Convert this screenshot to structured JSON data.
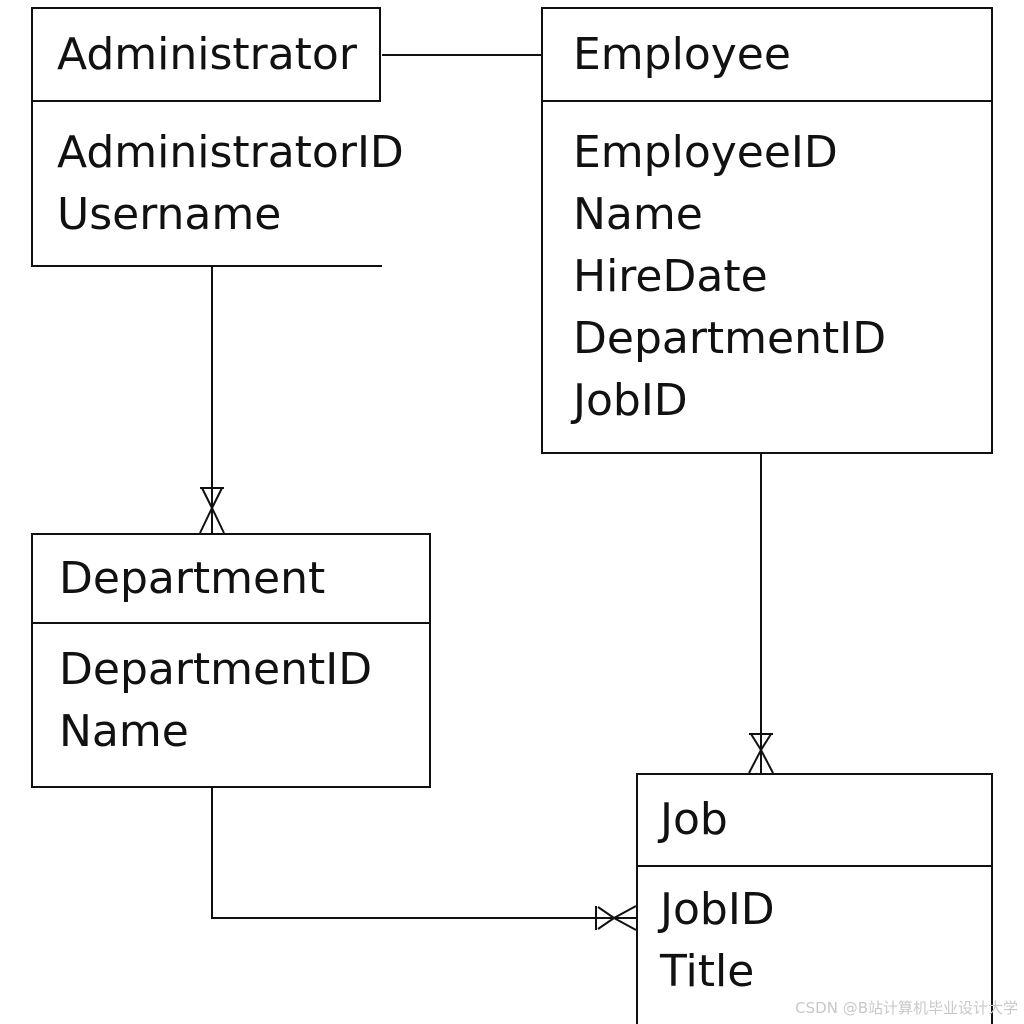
{
  "diagram": {
    "entities": [
      {
        "id": "admin",
        "name": "Administrator",
        "attributes": [
          "AdministratorID",
          "Username"
        ]
      },
      {
        "id": "employee",
        "name": "Employee",
        "attributes": [
          "EmployeeID",
          "Name",
          "HireDate",
          "DepartmentID",
          "JobID"
        ]
      },
      {
        "id": "department",
        "name": "Department",
        "attributes": [
          "DepartmentID",
          "Name"
        ]
      },
      {
        "id": "job",
        "name": "Job",
        "attributes": [
          "JobID",
          "Title"
        ]
      }
    ],
    "relationships": [
      {
        "from": "Administrator",
        "to": "Employee",
        "from_end": "none",
        "to_end": "none"
      },
      {
        "from": "Administrator",
        "to": "Department",
        "from_end": "none",
        "to_end": "one-or-many"
      },
      {
        "from": "Employee",
        "to": "Job",
        "from_end": "none",
        "to_end": "one-or-many"
      },
      {
        "from": "Department",
        "to": "Job",
        "from_end": "none",
        "to_end": "one-or-many"
      }
    ],
    "line_color": "#111111"
  },
  "watermark": "CSDN @B站计算机毕业设计大学"
}
